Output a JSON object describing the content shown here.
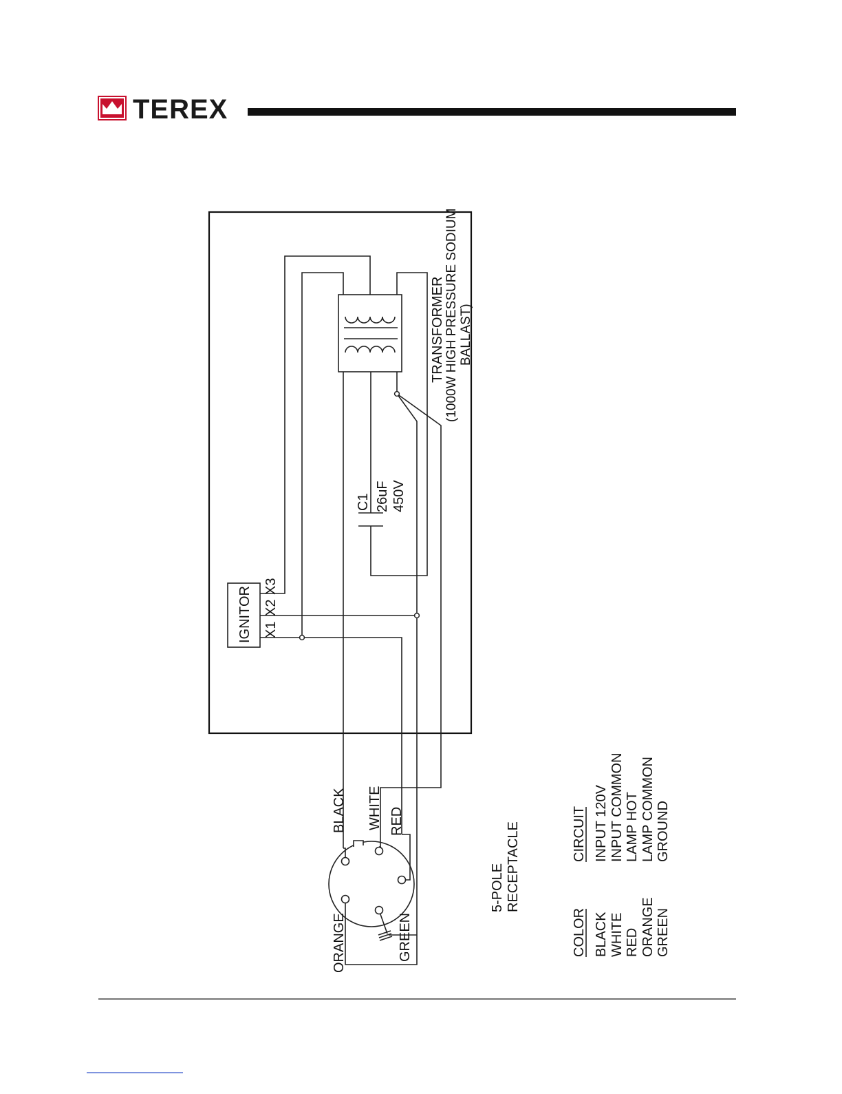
{
  "header": {
    "brand": "TEREX",
    "brand_color": "#c8102e"
  },
  "diagram": {
    "transformer_title": "TRANSFORMER",
    "transformer_desc": "(1000W HIGH PRESSURE SODIUM",
    "transformer_desc2": "BALLAST)",
    "capacitor_name": "C1",
    "capacitor_value": "26uF",
    "capacitor_voltage": "450V",
    "ignitor_label": "IGNITOR",
    "terminals": [
      "X1",
      "X2",
      "X3"
    ],
    "receptacle_pins": {
      "black": "BLACK",
      "white": "WHITE",
      "red": "RED",
      "orange": "ORANGE",
      "green": "GREEN"
    },
    "receptacle_title_1": "5-POLE",
    "receptacle_title_2": "RECEPTACLE"
  },
  "legend": {
    "color_header": "COLOR",
    "circuit_header": "CIRCUIT",
    "rows": [
      {
        "color": "BLACK",
        "circuit": "INPUT 120V"
      },
      {
        "color": "WHITE",
        "circuit": "INPUT COMMON"
      },
      {
        "color": "RED",
        "circuit": "LAMP HOT"
      },
      {
        "color": "ORANGE",
        "circuit": "LAMP COMMON"
      },
      {
        "color": "GREEN",
        "circuit": "GROUND"
      }
    ]
  }
}
